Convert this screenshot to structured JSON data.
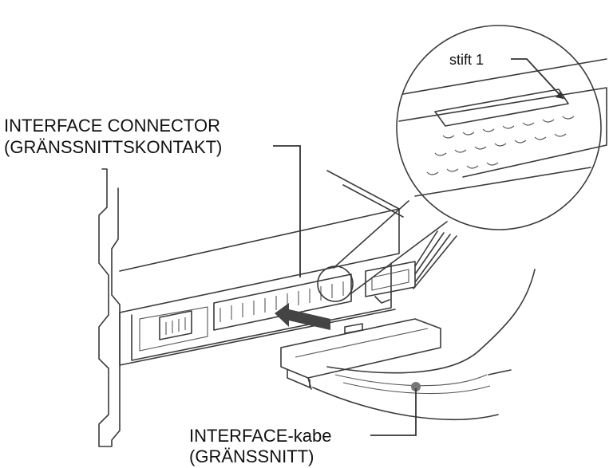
{
  "labels": {
    "pin": "stift 1",
    "connector_line1": "INTERFACE CONNECTOR",
    "connector_line2": "(GRÄNSSNITTSKONTAKT)",
    "cable_line1": "INTERFACE-kabe",
    "cable_line2": "(GRÄNSSNITT)"
  }
}
